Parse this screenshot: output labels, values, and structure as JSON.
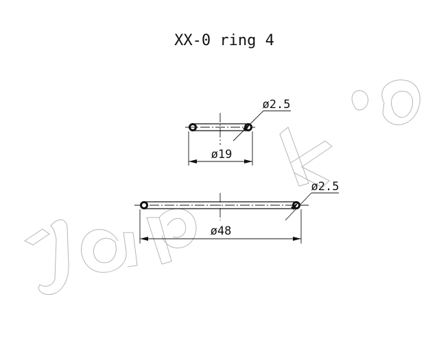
{
  "title": "XX-0 ring 4",
  "watermark": "Japko",
  "rings": {
    "small": {
      "diameter_label": "ø19",
      "section_label": "ø2.5"
    },
    "large": {
      "diameter_label": "ø48",
      "section_label": "ø2.5"
    }
  },
  "colors": {
    "ink": "#111111",
    "watermark": "#b5b5b5"
  }
}
